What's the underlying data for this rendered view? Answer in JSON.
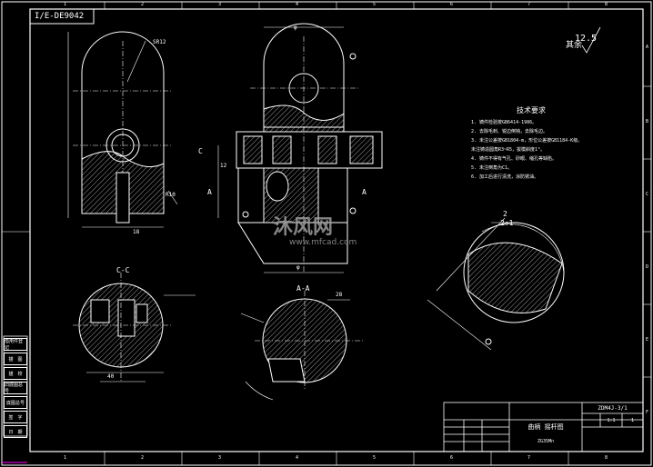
{
  "drawing": {
    "code_box": "I/E-DE9042",
    "roughness_value": "12.5",
    "roughness_suffix": "其余",
    "tech_title": "技术要求",
    "tech_notes": [
      "1. 铸件检验按GB6414-1986。",
      "2. 去除毛刺、锐边倒钝，去除毛边。",
      "3. 未注公差按GB1804-m，形位公差按GB1184-K级。",
      "   未注铸造圆角R3~R5，拔模斜度1°。",
      "4. 铸件不得有气孔、砂眼、缩孔等缺陷。",
      "5. 未注倒角为C1。",
      "6. 加工后进行清洗，涂防锈油。"
    ],
    "section_labels": {
      "cc": "C-C",
      "aa": "A-A",
      "detail_num": "2",
      "detail_scale": "2:1",
      "c_mark": "C",
      "a_mark": "A"
    },
    "dims": {
      "sr": "SR12",
      "d1": "φ",
      "d2": "φ",
      "n18": "18",
      "n40": "40",
      "n28": "28",
      "r10": "R10",
      "v12": "12"
    },
    "grid_top": [
      "1",
      "2",
      "3",
      "4",
      "5",
      "6",
      "7",
      "8"
    ],
    "grid_bottom": [
      "1",
      "2",
      "3",
      "4",
      "5",
      "6",
      "7",
      "8"
    ],
    "grid_right": [
      "A",
      "B",
      "C",
      "D",
      "E",
      "F"
    ]
  },
  "sidebar": {
    "cells": [
      "借用件登记",
      "描　图",
      "描　校",
      "旧底图总号",
      "底图总号",
      "签　字",
      "日　期"
    ]
  },
  "title_block": {
    "part_name": "曲柄 摇杆图",
    "drawing_no": "ZDM4J-3/1",
    "material": "ZG35Mn",
    "scale": "1:1",
    "sheet": "1"
  },
  "watermark": {
    "brand": "沐风网",
    "url": "www.mfcad.com"
  }
}
